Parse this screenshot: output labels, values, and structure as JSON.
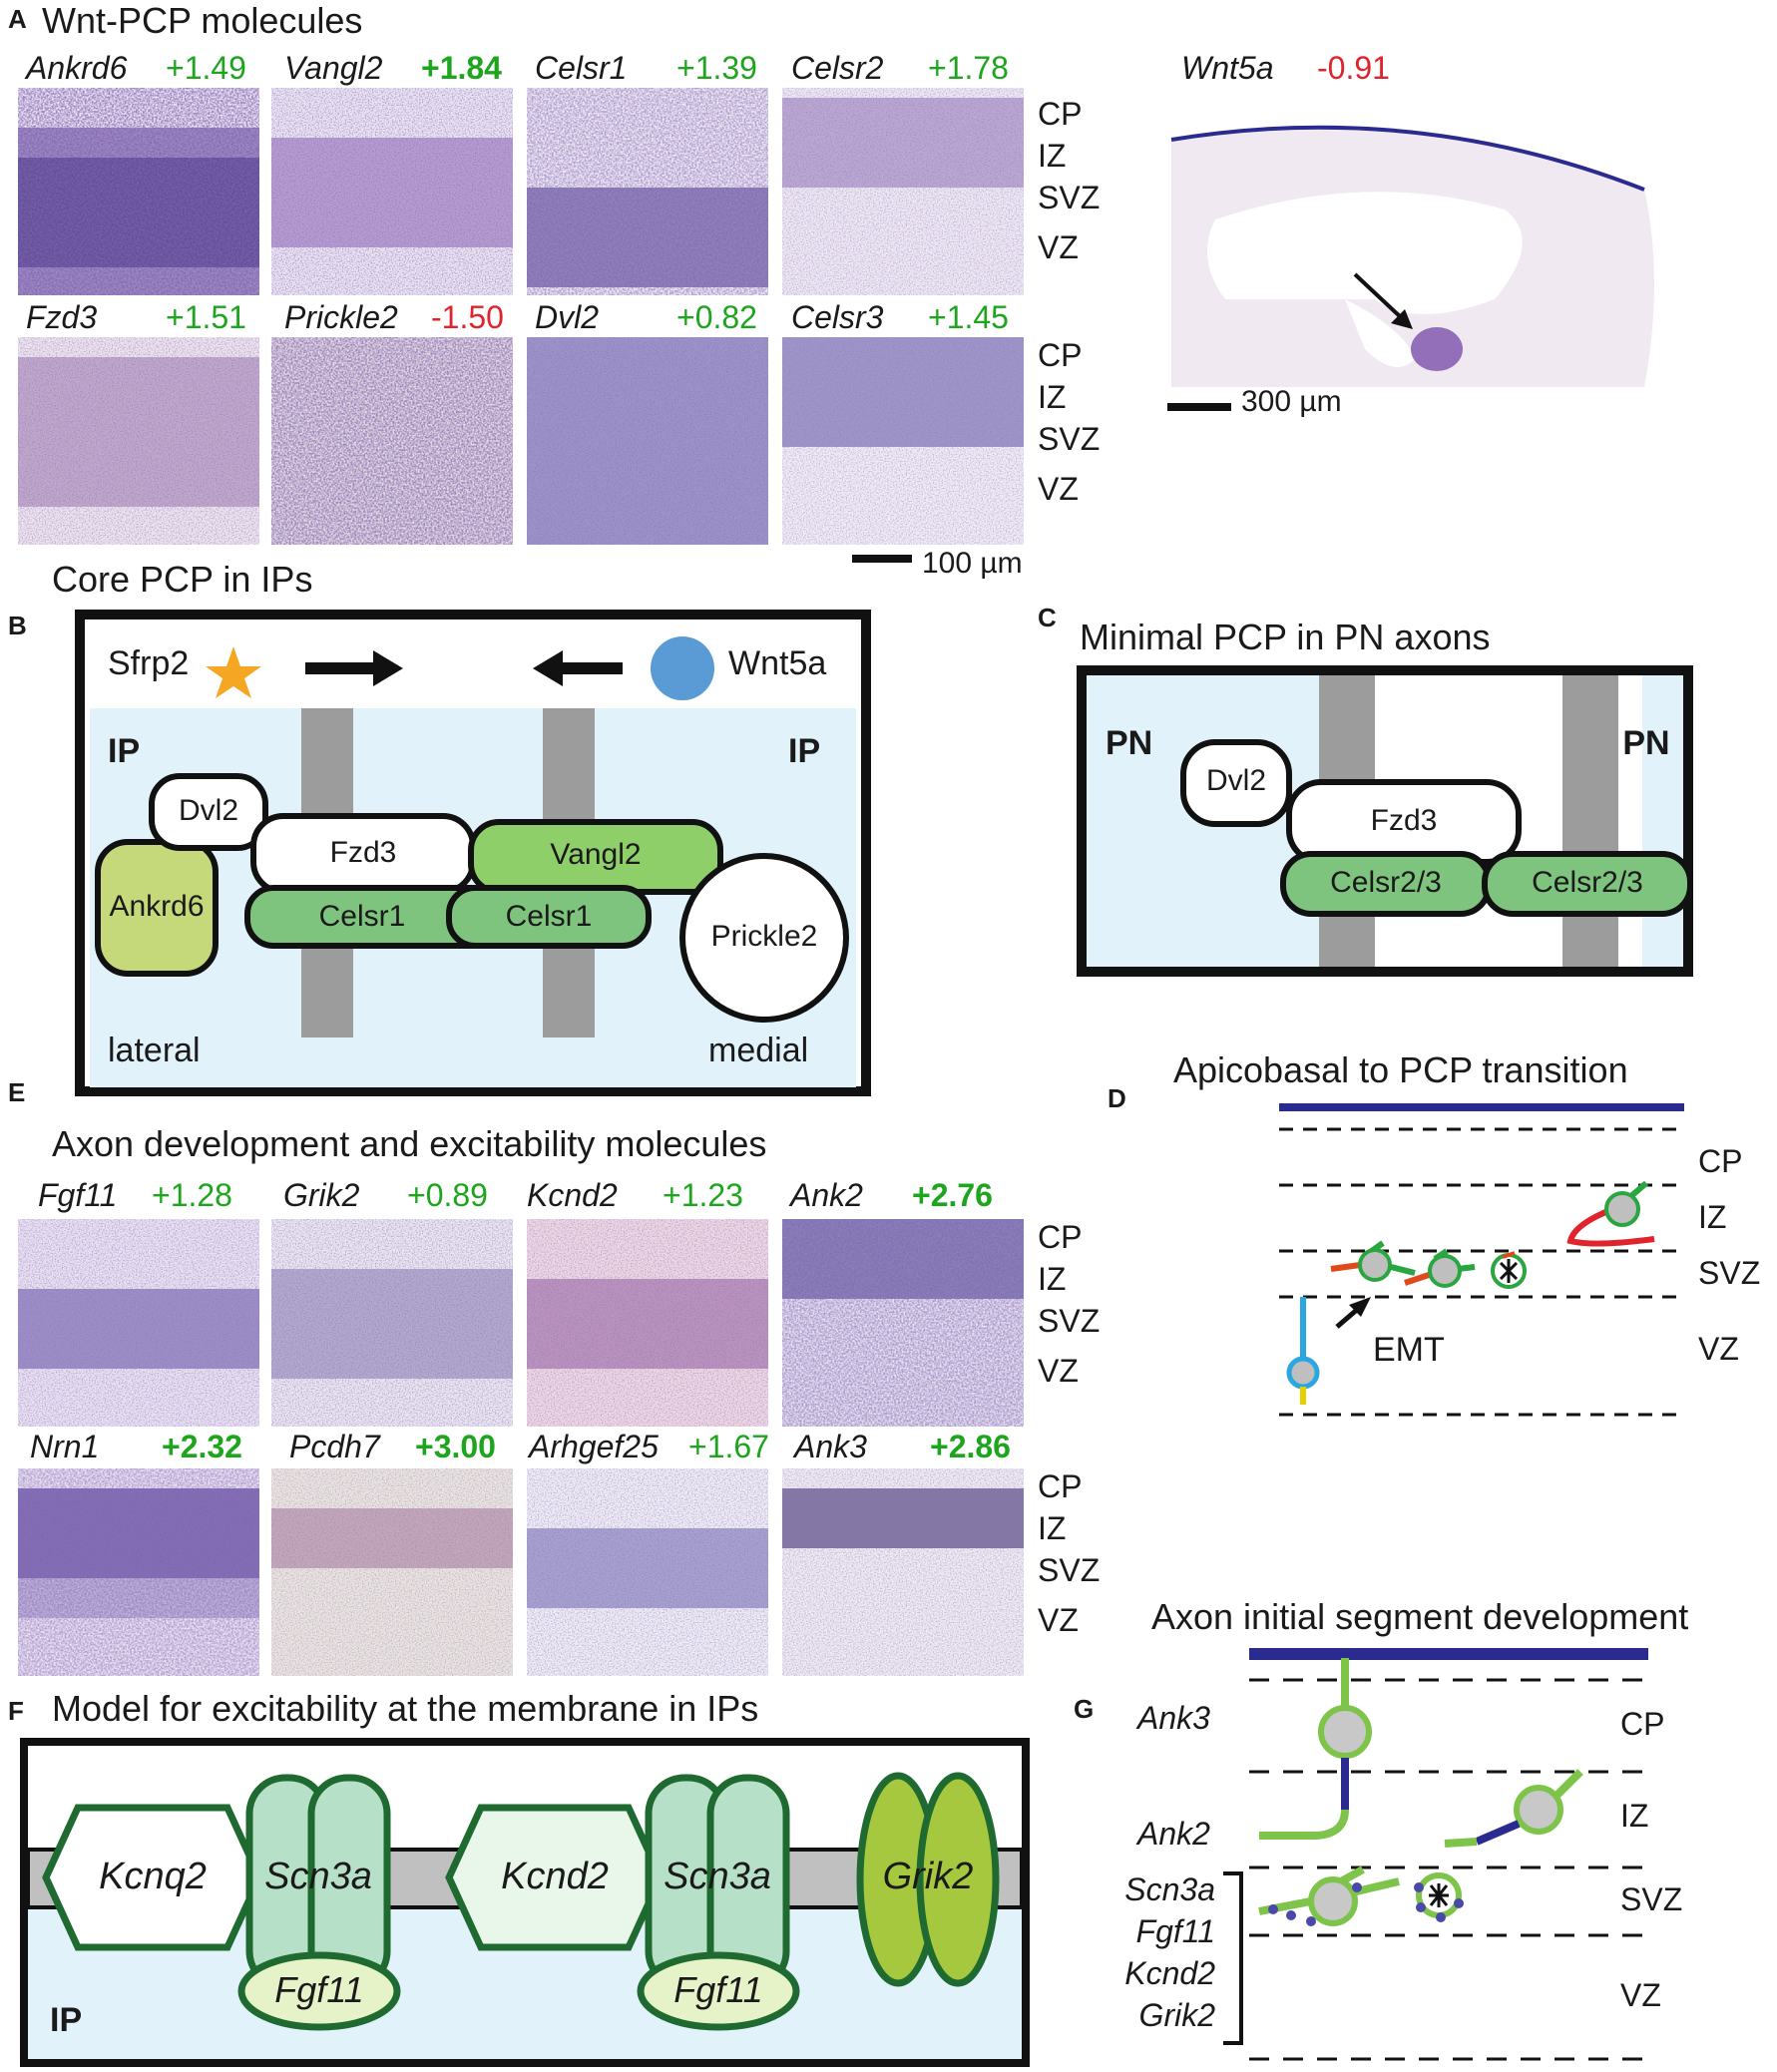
{
  "panel_a": {
    "letter": "A",
    "title": "Wnt-PCP molecules",
    "row1": [
      {
        "gene": "Ankrd6",
        "value": "+1.49",
        "sign": "pos",
        "bold": false
      },
      {
        "gene": "Vangl2",
        "value": "+1.84",
        "sign": "pos",
        "bold": true
      },
      {
        "gene": "Celsr1",
        "value": "+1.39",
        "sign": "pos",
        "bold": false
      },
      {
        "gene": "Celsr2",
        "value": "+1.78",
        "sign": "pos",
        "bold": false
      }
    ],
    "row2": [
      {
        "gene": "Fzd3",
        "value": "+1.51",
        "sign": "pos",
        "bold": false
      },
      {
        "gene": "Prickle2",
        "value": "-1.50",
        "sign": "neg",
        "bold": false
      },
      {
        "gene": "Dvl2",
        "value": "+0.82",
        "sign": "pos",
        "bold": false
      },
      {
        "gene": "Celsr3",
        "value": "+1.45",
        "sign": "pos",
        "bold": false
      }
    ],
    "layers": [
      "CP",
      "IZ",
      "SVZ",
      "VZ"
    ],
    "scale_100": "100 µm",
    "wnt5a_gene": "Wnt5a",
    "wnt5a_value": "-0.91",
    "scale_300": "300 µm"
  },
  "panel_b": {
    "letter": "B",
    "title": "Core PCP in IPs",
    "sfrp2": "Sfrp2",
    "wnt5a": "Wnt5a",
    "ip_left": "IP",
    "ip_right": "IP",
    "dvl2": "Dvl2",
    "fzd3": "Fzd3",
    "vangl2": "Vangl2",
    "ankrd6": "Ankrd6",
    "celsr1_a": "Celsr1",
    "celsr1_b": "Celsr1",
    "prickle2": "Prickle2",
    "lateral": "lateral",
    "medial": "medial"
  },
  "panel_c": {
    "letter": "C",
    "title": "Minimal PCP in PN axons",
    "pn_left": "PN",
    "pn_right": "PN",
    "dvl2": "Dvl2",
    "fzd3": "Fzd3",
    "celsr_a": "Celsr2/3",
    "celsr_b": "Celsr2/3"
  },
  "panel_d": {
    "letter": "D",
    "title": "Apicobasal to PCP transition",
    "layers": [
      "CP",
      "IZ",
      "SVZ",
      "VZ"
    ],
    "emt": "EMT"
  },
  "panel_e": {
    "letter": "E",
    "title": "Axon development and excitability molecules",
    "row1": [
      {
        "gene": "Fgf11",
        "value": "+1.28",
        "sign": "pos",
        "bold": false
      },
      {
        "gene": "Grik2",
        "value": "+0.89",
        "sign": "pos",
        "bold": false
      },
      {
        "gene": "Kcnd2",
        "value": "+1.23",
        "sign": "pos",
        "bold": false
      },
      {
        "gene": "Ank2",
        "value": "+2.76",
        "sign": "pos",
        "bold": true
      }
    ],
    "row2": [
      {
        "gene": "Nrn1",
        "value": "+2.32",
        "sign": "pos",
        "bold": true
      },
      {
        "gene": "Pcdh7",
        "value": "+3.00",
        "sign": "pos",
        "bold": true
      },
      {
        "gene": "Arhgef25",
        "value": "+1.67",
        "sign": "pos",
        "bold": false
      },
      {
        "gene": "Ank3",
        "value": "+2.86",
        "sign": "pos",
        "bold": true
      }
    ],
    "layers": [
      "CP",
      "IZ",
      "SVZ",
      "VZ"
    ]
  },
  "panel_f": {
    "letter": "F",
    "title": "Model for excitability at the membrane in IPs",
    "kcnq2": "Kcnq2",
    "scn3a_a": "Scn3a",
    "kcnd2": "Kcnd2",
    "scn3a_b": "Scn3a",
    "grik2": "Grik2",
    "fgf11_a": "Fgf11",
    "fgf11_b": "Fgf11",
    "ip": "IP"
  },
  "panel_g": {
    "letter": "G",
    "title": "Axon initial segment development",
    "layers": [
      "CP",
      "IZ",
      "SVZ",
      "VZ"
    ],
    "ank3": "Ank3",
    "ank2": "Ank2",
    "bracket_genes": [
      "Scn3a",
      "Fgf11",
      "Kcnd2",
      "Grik2"
    ]
  },
  "colors": {
    "positive": "#1ea51e",
    "negative": "#e0242c",
    "stain": "#4a2a8a",
    "membrane_bg": "#e2f2fb",
    "green_protein": "#7ec47e",
    "lime_protein": "#c5d97a",
    "gray_bar": "#9c9c9c",
    "pial_blue": "#2b2a8f"
  }
}
